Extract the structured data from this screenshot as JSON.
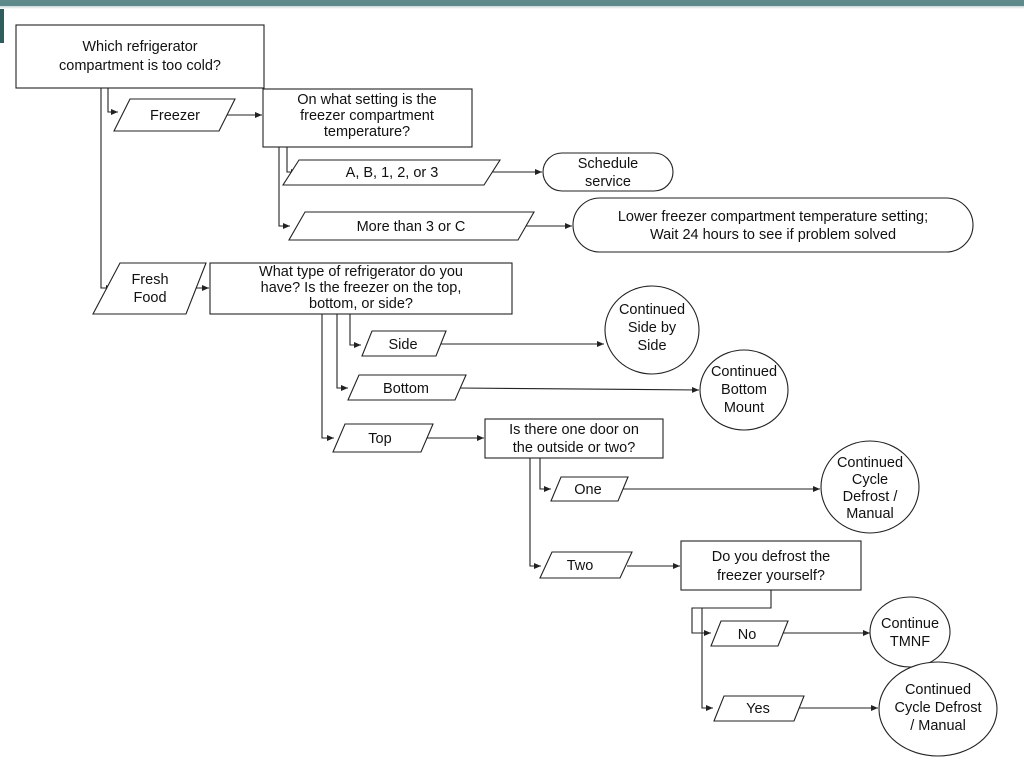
{
  "nodes": {
    "q_compartment": [
      "Which refrigerator",
      "compartment is too cold?"
    ],
    "a_freezer": [
      "Freezer"
    ],
    "q_freezer_setting": [
      "On what setting is the",
      "freezer compartment",
      "temperature?"
    ],
    "a_abc123": [
      "A, B, 1, 2, or 3"
    ],
    "r_schedule": [
      "Schedule",
      "service"
    ],
    "a_more3c": [
      "More than 3 or C"
    ],
    "r_lower": [
      "Lower freezer compartment temperature setting;",
      "Wait 24 hours to see if problem solved"
    ],
    "a_fresh": [
      "Fresh",
      "Food"
    ],
    "q_type": [
      "What type of refrigerator do you",
      "have? Is the freezer on the top,",
      "bottom, or side?"
    ],
    "a_side": [
      "Side"
    ],
    "r_side": [
      "Continued",
      "Side by",
      "Side"
    ],
    "a_bottom": [
      "Bottom"
    ],
    "r_bottom": [
      "Continued",
      "Bottom",
      "Mount"
    ],
    "a_top": [
      "Top"
    ],
    "q_doors": [
      "Is there one door on",
      "the outside or two?"
    ],
    "a_one": [
      "One"
    ],
    "r_one": [
      "Continued",
      "Cycle",
      "Defrost /",
      "Manual"
    ],
    "a_two": [
      "Two"
    ],
    "q_defrost": [
      "Do you defrost the",
      "freezer yourself?"
    ],
    "a_no": [
      "No"
    ],
    "r_no": [
      "Continue",
      "TMNF"
    ],
    "a_yes": [
      "Yes"
    ],
    "r_yes": [
      "Continued",
      "Cycle Defrost",
      "/ Manual"
    ]
  }
}
